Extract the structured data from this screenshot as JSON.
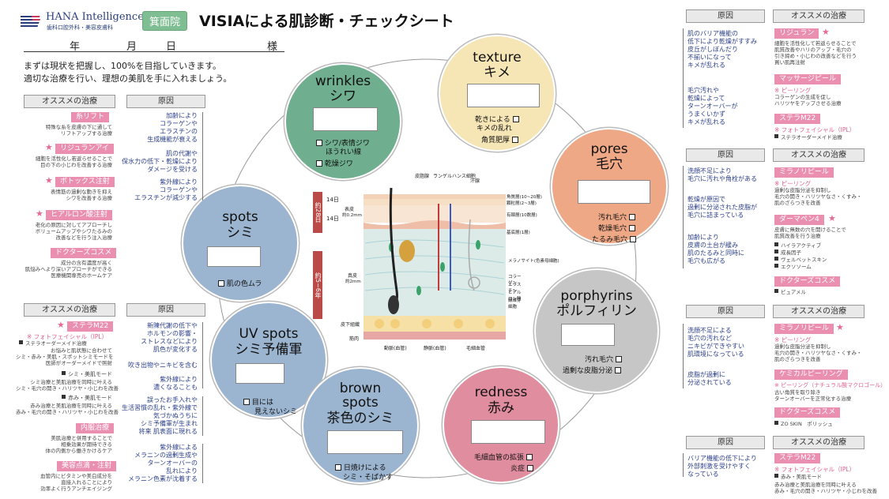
{
  "header": {
    "logo_name": "HANA Intelligence",
    "logo_sub": "歯科口腔外科・美容皮膚科",
    "dept": "箕面院",
    "title": "VISIAによる肌診断・チェックシート",
    "date": {
      "year": "年",
      "month": "月",
      "day": "日",
      "sama": "様"
    },
    "intro": [
      "まずは現状を把握し、100%を目指していきます。",
      "適切な治療を行い、理想の美肌を手に入れましょう。"
    ]
  },
  "labels": {
    "cause": "原因",
    "treatment": "オススメの治療"
  },
  "colors": {
    "green": "#6fae8e",
    "yellow": "#f6e6b6",
    "orange": "#eea886",
    "gray": "#c6c6c6",
    "pink": "#e08d9f",
    "blue": "#9bb4cf",
    "treat_pink": "#ea8fb0",
    "cause_blue": "#2b3f8c"
  },
  "circles": {
    "wrinkles": {
      "en": "wrinkles",
      "jp": "シワ",
      "options": [
        "シワ/表情ジワ",
        "ほうれい線",
        "乾燥ジワ"
      ]
    },
    "texture": {
      "en": "texture",
      "jp": "キメ",
      "options": [
        "乾きによる",
        "キメの乱れ",
        "角質肥厚"
      ]
    },
    "pores": {
      "en": "pores",
      "jp": "毛穴",
      "options": [
        "汚れ毛穴",
        "乾燥毛穴",
        "たるみ毛穴"
      ]
    },
    "spots": {
      "en": "spots",
      "jp": "シミ",
      "options": [
        "肌の色ムラ"
      ]
    },
    "porphyrins": {
      "en": "porphyrins",
      "jp": "ポルフィリン",
      "options": [
        "汚れ毛穴",
        "過剰な皮脂分泌"
      ]
    },
    "uvspots": {
      "en": "UV spots",
      "jp": "シミ予備軍",
      "options": [
        "目には",
        "見えないシミ"
      ]
    },
    "brown": {
      "en": "brown",
      "en2": "spots",
      "jp": "茶色のシミ",
      "options": [
        "日焼けによる",
        "シミ・そばかす"
      ]
    },
    "redness": {
      "en": "redness",
      "jp": "赤み",
      "options": [
        "毛細血管の拡張",
        "炎症"
      ]
    }
  },
  "causes": {
    "wrinkles": [
      [
        "加齢により",
        "コラーゲンや",
        "エラスチンの",
        "生成機能が衰える"
      ],
      [
        "肌の代謝や",
        "保水力の低下・乾燥により",
        "ダメージを受ける"
      ],
      [
        "紫外線により",
        "コラーゲンや",
        "エラスチンが減少する"
      ]
    ],
    "texture": [
      [
        "肌のバリア機能の",
        "低下により乾燥がすすみ",
        "皮丘がしぼんだり",
        "不揃いになって",
        "キメが乱れる"
      ],
      [
        "毛穴汚れや",
        "乾燥によって",
        "ターンオーバーが",
        "うまくいかず",
        "キメが乱れる"
      ]
    ],
    "pores": [
      [
        "洗顔不足により",
        "毛穴に汚れや角栓がある"
      ],
      [
        "乾燥が原因で",
        "過剰に分泌された皮脂が",
        "毛穴に詰まっている"
      ],
      [
        "加齢により",
        "皮膚の土台が緩み",
        "肌のたるみと同時に",
        "毛穴も広がる"
      ]
    ],
    "porphyrins": [
      [
        "洗顔不足による",
        "毛穴の汚れなど",
        "ニキビができやすい",
        "肌環境になっている"
      ],
      [
        "皮脂が過剰に",
        "分泌されている"
      ]
    ],
    "spots": [
      [
        "新陳代謝の低下や",
        "ホルモンの影響・",
        "ストレスなどにより",
        "肌色が変化する"
      ],
      [
        "吹き出物やニキビを含む"
      ],
      [
        "紫外線により",
        "濃くなることも"
      ],
      [
        "誤ったお手入れや",
        "生活習慣の乱れ・紫外線で",
        "気づかぬうちに",
        "シミ予備軍が生まれ",
        "将来 肌表面に現れる"
      ],
      [
        "紫外線による",
        "メラニンの過剰生成や",
        "ターンオーバーの",
        "乱れにより",
        "メラニン色素が沈着する"
      ]
    ],
    "redness": [
      [
        "バリア機能の低下により",
        "外部刺激を受けやすく",
        "なっている"
      ]
    ]
  },
  "treatments": {
    "wrinkles": [
      {
        "name": "糸リフト",
        "star": false,
        "desc": [
          "特殊な糸を皮膚の下に通して",
          "リフトアップする治療"
        ]
      },
      {
        "name": "リジュランアイ",
        "star": true,
        "desc": [
          "細胞を活性化し若返らせることで",
          "目の下の小じわを改善する治療"
        ]
      },
      {
        "name": "ボトックス注射",
        "star": true,
        "desc": [
          "表情筋の過剰な動きを抑え",
          "シワを改善する治療"
        ]
      },
      {
        "name": "ヒアルロン酸注射",
        "star": true,
        "desc": [
          "老化の原因に対してアプローチし",
          "ボリュームアップやシワたるみの",
          "改善などを行う注入治療"
        ]
      },
      {
        "name": "ドクターズコスメ",
        "star": false,
        "desc": [
          "成分の含有濃度が高く",
          "肌悩みへより深いアプローチができる",
          "医療機関専売のホームケア"
        ]
      }
    ],
    "texture": [
      {
        "name": "リジュラン",
        "star": true,
        "desc": [
          "細胞を活性化して若返らせることで",
          "肌質改善やハリのアップ・毛穴の",
          "引き締め・小じわの改善などを行う",
          "買い肌再注射"
        ]
      },
      {
        "name": "マッサージピール",
        "star": false,
        "pink": "※ ピーリング",
        "desc": [
          "コラーゲンの生成を促し",
          "ハリツヤをアップさせる治療"
        ]
      },
      {
        "name": "ステラM22",
        "star": false,
        "pink": "※ フォトフェイシャル（IPL）",
        "bullets": [
          "ステラオーダーメイド治療"
        ]
      }
    ],
    "pores": [
      {
        "name": "ミラノリピール",
        "star": false,
        "pink": "※ ピーリング",
        "desc": [
          "過剰な皮脂分泌を抑制し",
          "毛穴の開き・ハリツヤなさ・くすみ・",
          "肌のざらつきを改善"
        ]
      },
      {
        "name": "ダーマペン4",
        "star": true,
        "desc": [
          "皮膚に無数の穴を開けることで",
          "肌質改善を行う治療"
        ],
        "bullets": [
          "ハイラアクティブ",
          "成長因子",
          "ヴェルベットスキン",
          "エクソソーム"
        ]
      },
      {
        "name": "ドクターズコスメ",
        "star": false,
        "bullets": [
          "ピュアメル"
        ]
      }
    ],
    "porphyrins": [
      {
        "name": "ミラノリピール",
        "star": true,
        "pink": "※ ピーリング",
        "desc": [
          "過剰な皮脂分泌を抑制し",
          "毛穴の開き・ハリツヤなさ・くすみ・",
          "肌のざらつきを改善"
        ]
      },
      {
        "name": "ケミカルピーリング",
        "star": false,
        "pink": "※ ピーリング（ナチュラル酸マクロゴール）",
        "desc": [
          "古い角質を取り除き",
          "ターンオーバーを正常化する治療"
        ]
      },
      {
        "name": "ドクターズコスメ",
        "star": false,
        "bullets": [
          "ZO SKIN　ポリッシュ"
        ]
      }
    ],
    "spots": [
      {
        "name": "ステラM22",
        "star": true,
        "pink": "※ フォトフェイシャル（IPL）",
        "bullets": [
          "ステラオーダーメイド治療"
        ],
        "desc": [
          "お悩みと肌状態に合わせて",
          "シミ・赤み・美肌・スポットシミモードを",
          "医師がオーダーメイドで照射"
        ]
      },
      {
        "name": "シミ・美肌モード",
        "star": false,
        "bullets_head": true,
        "desc": [
          "シミ治療と美肌治療を同時に叶える",
          "シミ・毛穴の開き・ハリツヤ・小じわを改善"
        ]
      },
      {
        "name": "赤み・美肌モード",
        "star": false,
        "bullets_head": true,
        "desc": [
          "赤み治療と美肌治療を同時に叶える",
          "赤み・毛穴の開き・ハリツヤ・小じわを改善"
        ]
      },
      {
        "name": "内服治療",
        "star": false,
        "desc": [
          "美肌治療と併用することで",
          "相乗効果が期待できる",
          "体の内側から働きかけるケア"
        ]
      },
      {
        "name": "美容点滴・注射",
        "star": false,
        "desc": [
          "血管内にビタミンや美白成分を",
          "直接入れることにより",
          "効率よく行うアンチエイジング"
        ]
      }
    ],
    "redness": [
      {
        "name": "ステラM22",
        "star": false,
        "pink": "※ フォトフェイシャル（IPL）",
        "bullets": [
          "赤み・美肌モード"
        ],
        "desc": [
          "赤み治療と美肌治療を同時に叶える",
          "赤み・毛穴の開き・ハリツヤ・小じわを改善"
        ]
      }
    ]
  },
  "skin_diagram": {
    "labels_top": [
      "皮脂腺",
      "ランゲルハンス細胞",
      "汗腺"
    ],
    "labels_right": [
      "角質層(10~20層)",
      "顆粒層(2~3層)",
      "有棘層(10数層)",
      "基底層(1層)",
      "メラノサイト(色素母細胞)",
      "コラーゲン",
      "エラスチン",
      "ヒアルロン酸",
      "線維芽細胞"
    ],
    "labels_left": [
      "表皮",
      "約0.2mm",
      "真皮",
      "約2mm",
      "皮下組織",
      "筋肉"
    ],
    "labels_bottom": [
      "動脈(血管)",
      "静脈(血管)",
      "毛細血管"
    ],
    "cycle": {
      "day14a": "14日",
      "day14b": "14日",
      "turnover": "約28日",
      "long": "約5~6年"
    }
  }
}
